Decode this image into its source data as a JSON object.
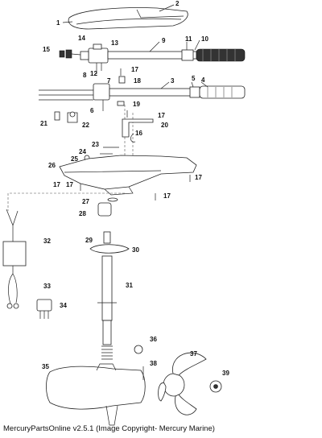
{
  "caption": "MercuryPartsOnline v2.5.1 (Image Copyright- Mercury Marine)",
  "callouts": [
    "1",
    "2",
    "3",
    "4",
    "5",
    "6",
    "7",
    "8",
    "9",
    "10",
    "11",
    "12",
    "13",
    "14",
    "15",
    "16",
    "17",
    "17",
    "17",
    "17",
    "17",
    "17",
    "18",
    "19",
    "20",
    "21",
    "22",
    "23",
    "24",
    "25",
    "26",
    "27",
    "28",
    "29",
    "30",
    "31",
    "32",
    "33",
    "34",
    "35",
    "36",
    "37",
    "38",
    "39"
  ]
}
